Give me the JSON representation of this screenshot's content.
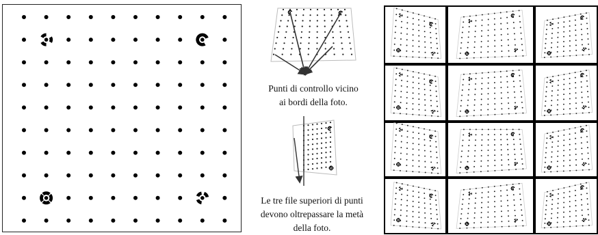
{
  "figure": {
    "board": {
      "rows": 10,
      "cols": 10,
      "target_codes": [
        "target-code-top-left",
        "target-code-top-right",
        "target-code-bottom-left",
        "target-code-bottom-right"
      ]
    },
    "middle": {
      "caption_1": [
        "Punti di controllo vicino",
        "ai bordi della foto."
      ],
      "caption_2": [
        "Le tre file superiori di punti",
        "devono oltrepassare la metà",
        "della foto."
      ]
    },
    "photo_grid": {
      "rows": 4,
      "cols": 3
    }
  }
}
